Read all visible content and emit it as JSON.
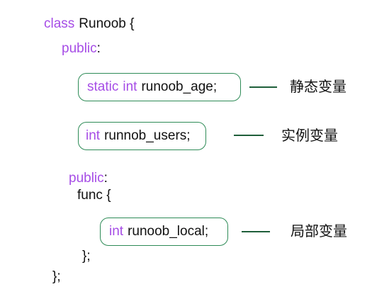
{
  "code": {
    "class_keyword": "class",
    "class_name": "Runoob {",
    "public_keyword_1": "public",
    "public_colon_1": ":",
    "static_keyword": "static",
    "static_int_keyword": "int",
    "static_var": "runoob_age;",
    "instance_int_keyword": "int",
    "instance_var": "runnob_users;",
    "public_keyword_2": "public",
    "public_colon_2": ":",
    "func_line": "func {",
    "local_int_keyword": "int",
    "local_var": "runoob_local;",
    "func_close": "};",
    "class_close": "};"
  },
  "labels": {
    "static_label": "静态变量",
    "instance_label": "实例变量",
    "local_label": "局部变量"
  },
  "colors": {
    "keyword": "#a64de6",
    "box_border": "#2e8b57",
    "connector": "#1f5f3a",
    "text": "#111111"
  }
}
